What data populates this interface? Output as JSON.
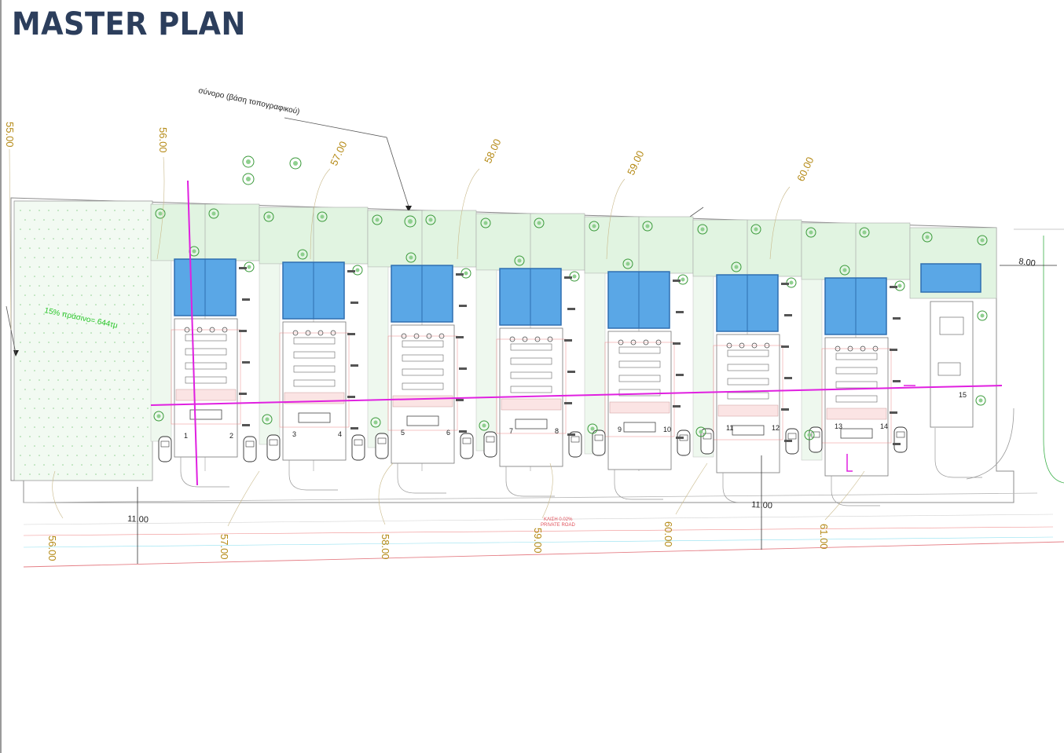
{
  "title": "MASTER PLAN",
  "boundary_note": "σύνορο (βάση τοπογραφικού)",
  "green_note": "15% πράσινο= 644τμ",
  "road_label_line1": "ΚΛΙΣΗ 0.02%",
  "road_label_line2": "PRIVATE ROAD",
  "contours": [
    "55.00",
    "56.00",
    "57.00",
    "58.00",
    "59.00",
    "60.00",
    "56.00",
    "57.00",
    "58.00",
    "59.00",
    "60.00",
    "61.00"
  ],
  "dimensions": [
    "11.00",
    "11.00",
    "8.00"
  ],
  "unit_numbers": [
    "1",
    "2",
    "3",
    "4",
    "5",
    "6",
    "7",
    "8",
    "9",
    "10",
    "11",
    "12",
    "13",
    "14",
    "15"
  ],
  "colors": {
    "title": "#2c3e5c",
    "pool": "#5aa7e6",
    "lawn": "#e1f4e1",
    "axis": "#e020e0",
    "contour": "#b58a16",
    "tree": "#3a9a3a"
  }
}
